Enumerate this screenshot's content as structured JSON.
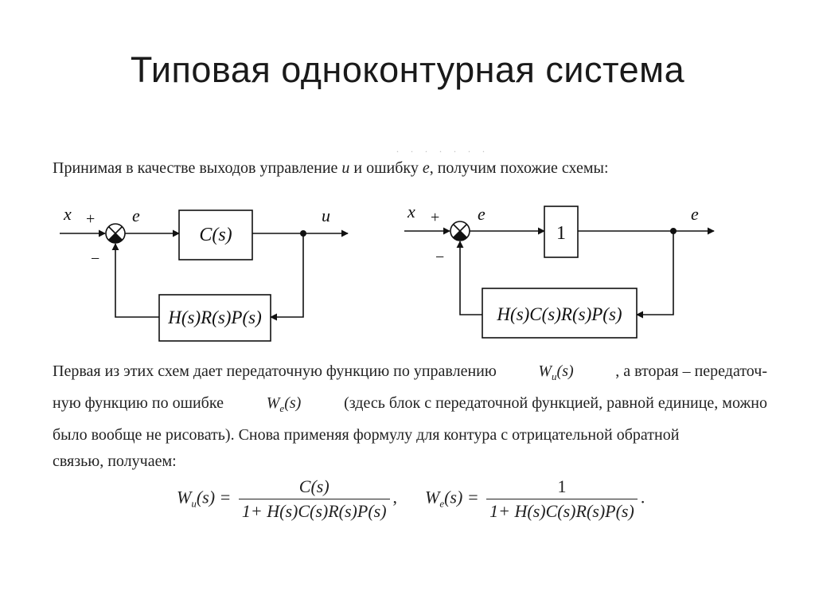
{
  "slide": {
    "title": "Типовая одноконтурная система"
  },
  "intro": {
    "part1": "Принимая в качестве выходов управление ",
    "sym_u": "u",
    "part2": " и ошибку ",
    "sym_e": "e",
    "part3": ", получим похожие схемы:"
  },
  "diagram_left": {
    "input_label": "x",
    "plus_sign": "+",
    "minus_sign": "−",
    "error_label": "e",
    "forward_block": "C(s)",
    "output_label": "u",
    "feedback_block": "H(s)R(s)P(s)"
  },
  "diagram_right": {
    "input_label": "x",
    "plus_sign": "+",
    "minus_sign": "−",
    "error_label": "e",
    "forward_block": "1",
    "output_label": "e",
    "feedback_block": "H(s)C(s)R(s)P(s)"
  },
  "paragraph": {
    "l1_a": "Первая из этих схем дает передаточную функцию по управлению",
    "l1_w": "W",
    "l1_wsub": "u",
    "l1_warg": "(s)",
    "l1_b": ", а вторая – передаточ-",
    "l2_a": "ную функцию по ошибке",
    "l2_w": "W",
    "l2_wsub": "e",
    "l2_warg": "(s)",
    "l2_b": "(здесь блок с передаточной функцией, равной единице, можно",
    "l3": "было вообще не рисовать). Снова применяя формулу для контура с отрицательной обратной",
    "l4": "связью, получаем:"
  },
  "formulas": {
    "f1_lhs_w": "W",
    "f1_lhs_sub": "u",
    "f1_lhs_arg": "(s) =",
    "f1_num": "C(s)",
    "f1_den": "1+ H(s)C(s)R(s)P(s)",
    "f1_tail": ",",
    "f2_lhs_w": "W",
    "f2_lhs_sub": "e",
    "f2_lhs_arg": "(s) =",
    "f2_num": "1",
    "f2_den": "1+ H(s)C(s)R(s)P(s)",
    "f2_tail": "."
  }
}
